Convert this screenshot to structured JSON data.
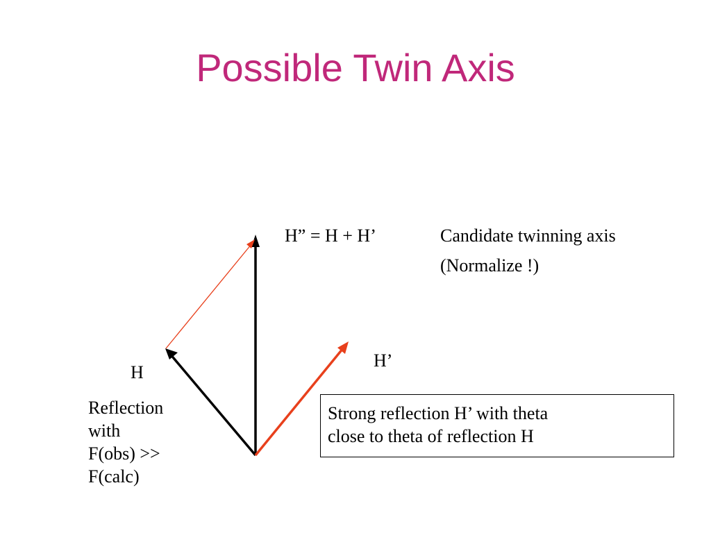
{
  "title": "Possible Twin Axis",
  "labels": {
    "sum": "H” = H + H’",
    "candidate": "Candidate twinning axis",
    "normalize": "(Normalize  !)",
    "h_prime": "H’",
    "h": "H"
  },
  "reflection_note": [
    "Reflection",
    "with",
    "F(obs) >>",
    "F(calc)"
  ],
  "strong_box": [
    "Strong reflection H’ with theta",
    "close to theta of reflection H"
  ],
  "colors": {
    "title": "#c0287a",
    "black_arrow": "#000000",
    "red_arrow": "#e8401c"
  }
}
